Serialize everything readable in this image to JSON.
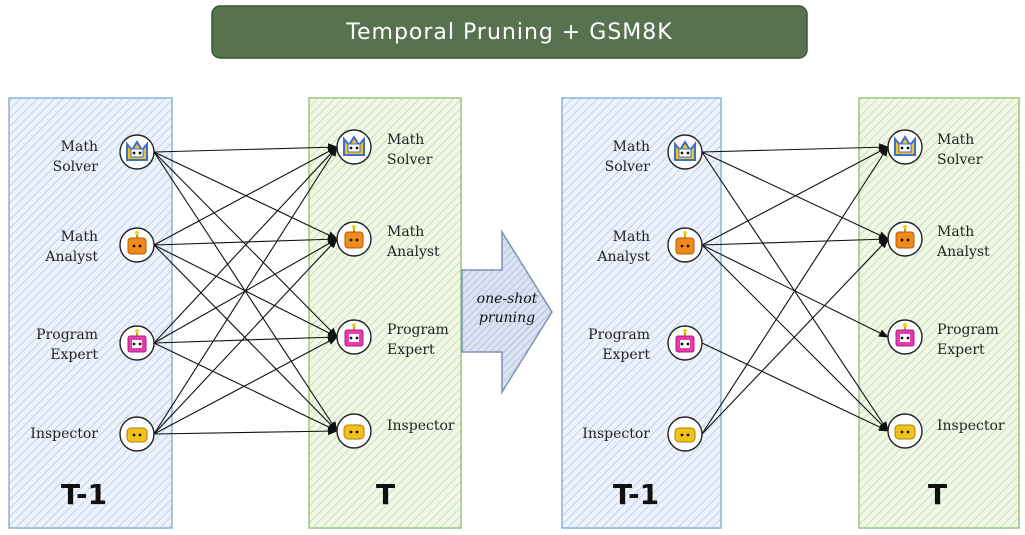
{
  "title": "Temporal Pruning + GSM8K",
  "arrow_label_line1": "one-shot",
  "arrow_label_line2": "pruning",
  "colors": {
    "title_fill": "#56724e",
    "prev_panel": "#a8c4e8",
    "curr_panel": "#b6d89a",
    "edge": "#111111"
  },
  "panels": {
    "prev_label": "T-1",
    "curr_label": "T"
  },
  "agents": [
    {
      "id": "math_solver",
      "line1": "Math",
      "line2": "Solver",
      "icon": "math-solver-icon",
      "color": "#3d6fd0"
    },
    {
      "id": "math_analyst",
      "line1": "Math",
      "line2": "Analyst",
      "icon": "math-analyst-icon",
      "color": "#f08a1a"
    },
    {
      "id": "program_expert",
      "line1": "Program",
      "line2": "Expert",
      "icon": "program-expert-icon",
      "color": "#e83ab0"
    },
    {
      "id": "inspector",
      "line1": "Inspector",
      "line2": "",
      "icon": "inspector-icon",
      "color": "#f2c21a"
    }
  ],
  "left_diagram": {
    "edges": [
      [
        0,
        0
      ],
      [
        0,
        1
      ],
      [
        0,
        2
      ],
      [
        0,
        3
      ],
      [
        1,
        0
      ],
      [
        1,
        1
      ],
      [
        1,
        2
      ],
      [
        1,
        3
      ],
      [
        2,
        0
      ],
      [
        2,
        1
      ],
      [
        2,
        2
      ],
      [
        2,
        3
      ],
      [
        3,
        0
      ],
      [
        3,
        1
      ],
      [
        3,
        2
      ],
      [
        3,
        3
      ]
    ]
  },
  "right_diagram": {
    "edges": [
      [
        0,
        0
      ],
      [
        0,
        1
      ],
      [
        0,
        3
      ],
      [
        1,
        0
      ],
      [
        1,
        1
      ],
      [
        1,
        2
      ],
      [
        1,
        3
      ],
      [
        2,
        3
      ],
      [
        3,
        0
      ],
      [
        3,
        1
      ]
    ]
  }
}
